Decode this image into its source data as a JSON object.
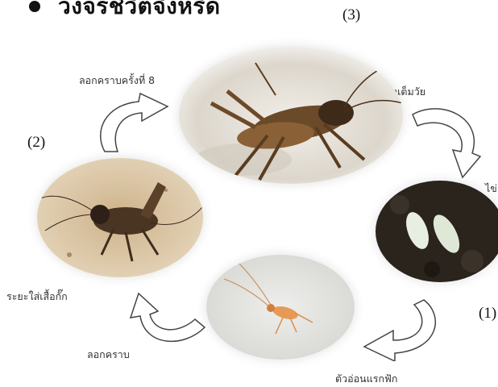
{
  "header": {
    "title": "วงจรชีวิตจิ้งหรีด"
  },
  "stage_numbers": {
    "adult": "(3)",
    "nymph": "(2)",
    "egg": "(1)"
  },
  "labels": {
    "adult": "ตัวเต็มวัย",
    "egg": "ไข่",
    "first_nymph": "ตัวอ่อนแรกฟัก",
    "molting": "ลอกคราบ",
    "wing_pad_stage": "ระยะใส่เสื้อกั๊ก",
    "eighth_molt": "ลอกคราบครั้งที่ 8"
  },
  "colors": {
    "arrow_stroke": "#444444",
    "arrow_fill": "#ffffff"
  }
}
